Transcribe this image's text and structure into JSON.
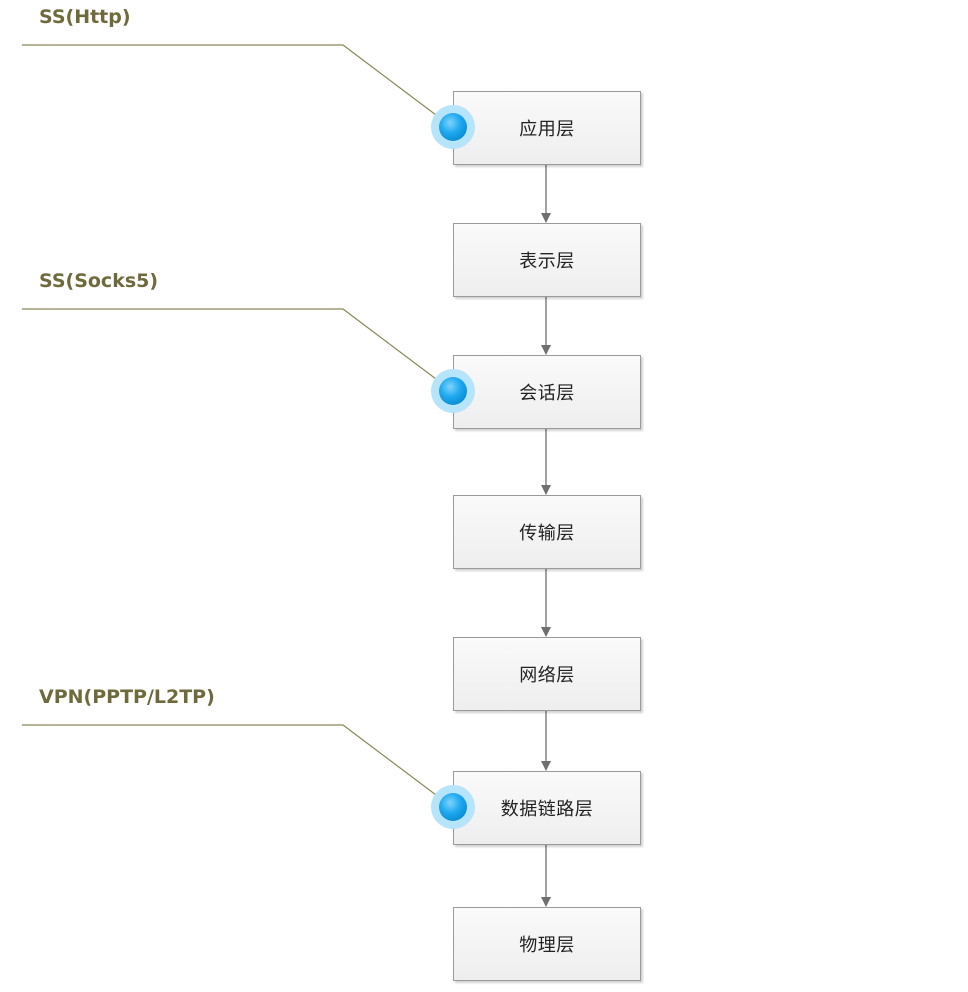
{
  "layers": [
    {
      "label": "应用层"
    },
    {
      "label": "表示层"
    },
    {
      "label": "会话层"
    },
    {
      "label": "传输层"
    },
    {
      "label": "网络层"
    },
    {
      "label": "数据链路层"
    },
    {
      "label": "物理层"
    }
  ],
  "callouts": [
    {
      "label": "SS(Http)",
      "target_layer": "应用层"
    },
    {
      "label": "SS(Socks5)",
      "target_layer": "会话层"
    },
    {
      "label": "VPN(PPTP/L2TP)",
      "target_layer": "数据链路层"
    }
  ],
  "colors": {
    "callout_line": "#8a8658",
    "callout_text": "#6e6a3c",
    "arrow": "#6f6f6f",
    "box_border": "#9a9a9a",
    "marker_fill": "#1aa7ee",
    "marker_halo": "#b5e4fb"
  }
}
